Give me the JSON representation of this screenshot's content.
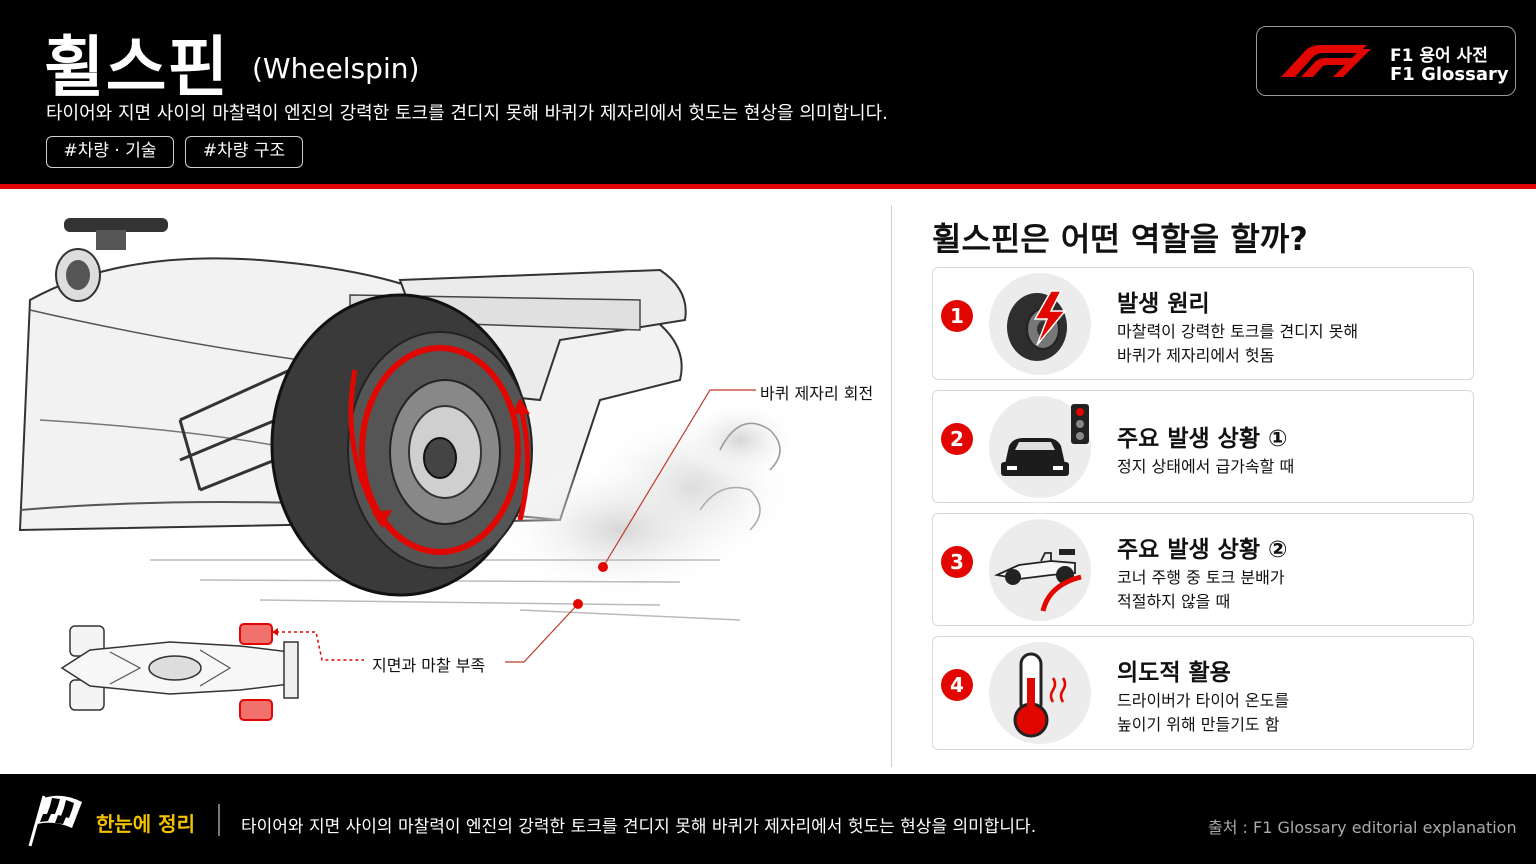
{
  "header": {
    "title_ko": "휠스핀",
    "title_en": "(Wheelspin)",
    "subtitle": "타이어와 지면 사이의 마찰력이 엔진의 강력한 토크를 견디지 못해 바퀴가 제자리에서 헛도는 현상을 의미합니다.",
    "tags": [
      "#차량 · 기술",
      "#차량 구조"
    ],
    "logo_line1": "F1 용어 사전",
    "logo_line2": "F1 Glossary"
  },
  "illustration": {
    "callout_spin": "바퀴 제자리 회전",
    "callout_friction": "지면과 마찰 부족"
  },
  "panel": {
    "question": "휠스핀은 어떤 역할을 할까?",
    "cards": [
      {
        "num": "1",
        "icon": "tire-spark-icon",
        "title": "발생 원리",
        "line1": "마찰력이 강력한 토크를 견디지 못해",
        "line2": "바퀴가 제자리에서 헛돔"
      },
      {
        "num": "2",
        "icon": "car-traffic-light-icon",
        "title": "주요 발생 상황 ①",
        "line1": "정지 상태에서 급가속할 때",
        "line2": ""
      },
      {
        "num": "3",
        "icon": "f1-car-corner-icon",
        "title": "주요 발생 상황 ②",
        "line1": "코너 주행 중 토크 분배가",
        "line2": "적절하지 않을 때"
      },
      {
        "num": "4",
        "icon": "thermometer-icon",
        "title": "의도적 활용",
        "line1": "드라이버가 타이어 온도를",
        "line2": "높이기 위해 만들기도 함"
      }
    ]
  },
  "footer": {
    "label": "한눈에 정리",
    "text": "타이어와 지면 사이의 마찰력이 엔진의 강력한 토크를 견디지 못해 바퀴가 제자리에서 헛도는 현상을 의미합니다.",
    "source": "출처 : F1 Glossary editorial explanation"
  },
  "colors": {
    "accent_red": "#e10600",
    "footer_label": "#f2c200",
    "header_bg": "#000000"
  }
}
